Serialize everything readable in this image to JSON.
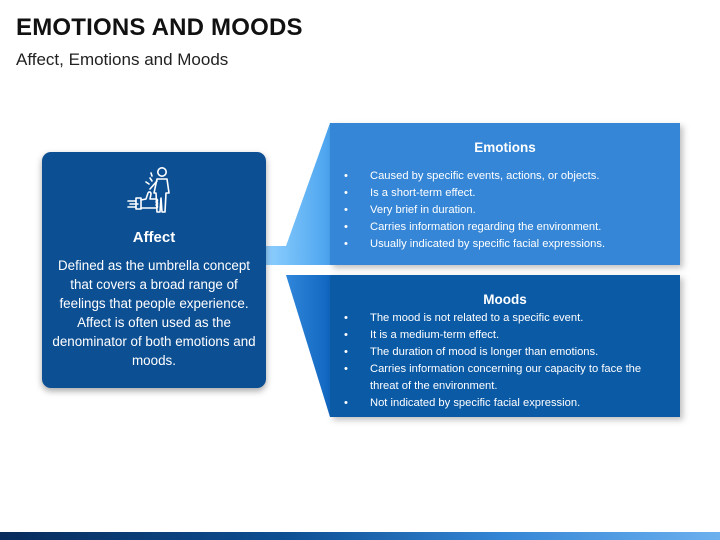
{
  "header": {
    "title": "EMOTIONS AND MOODS",
    "subtitle": "Affect, Emotions and Moods"
  },
  "colors": {
    "affect_card": "#0d4f93",
    "emotions_panel": "#3586d6",
    "moods_panel": "#0b5aa6",
    "connector_light": "#5aaaf0",
    "connector_dark": "#1f7bd8"
  },
  "affect": {
    "icon": "person-thumbs-up-icon",
    "title": "Affect",
    "description": "Defined as the umbrella concept that covers a broad range of feelings that people experience. Affect is often used as the denominator of both emotions and moods."
  },
  "emotions": {
    "title": "Emotions",
    "items": [
      "Caused by specific events, actions, or objects.",
      "Is a short-term effect.",
      "Very brief in duration.",
      "Carries information regarding the environment.",
      "Usually indicated by specific facial expressions."
    ]
  },
  "moods": {
    "title": "Moods",
    "items": [
      "The mood is not related to a specific event.",
      "It is a medium-term effect.",
      "The duration of mood is longer than emotions.",
      "Carries information concerning our capacity to face the threat of the environment.",
      "Not indicated by specific facial expression."
    ]
  }
}
